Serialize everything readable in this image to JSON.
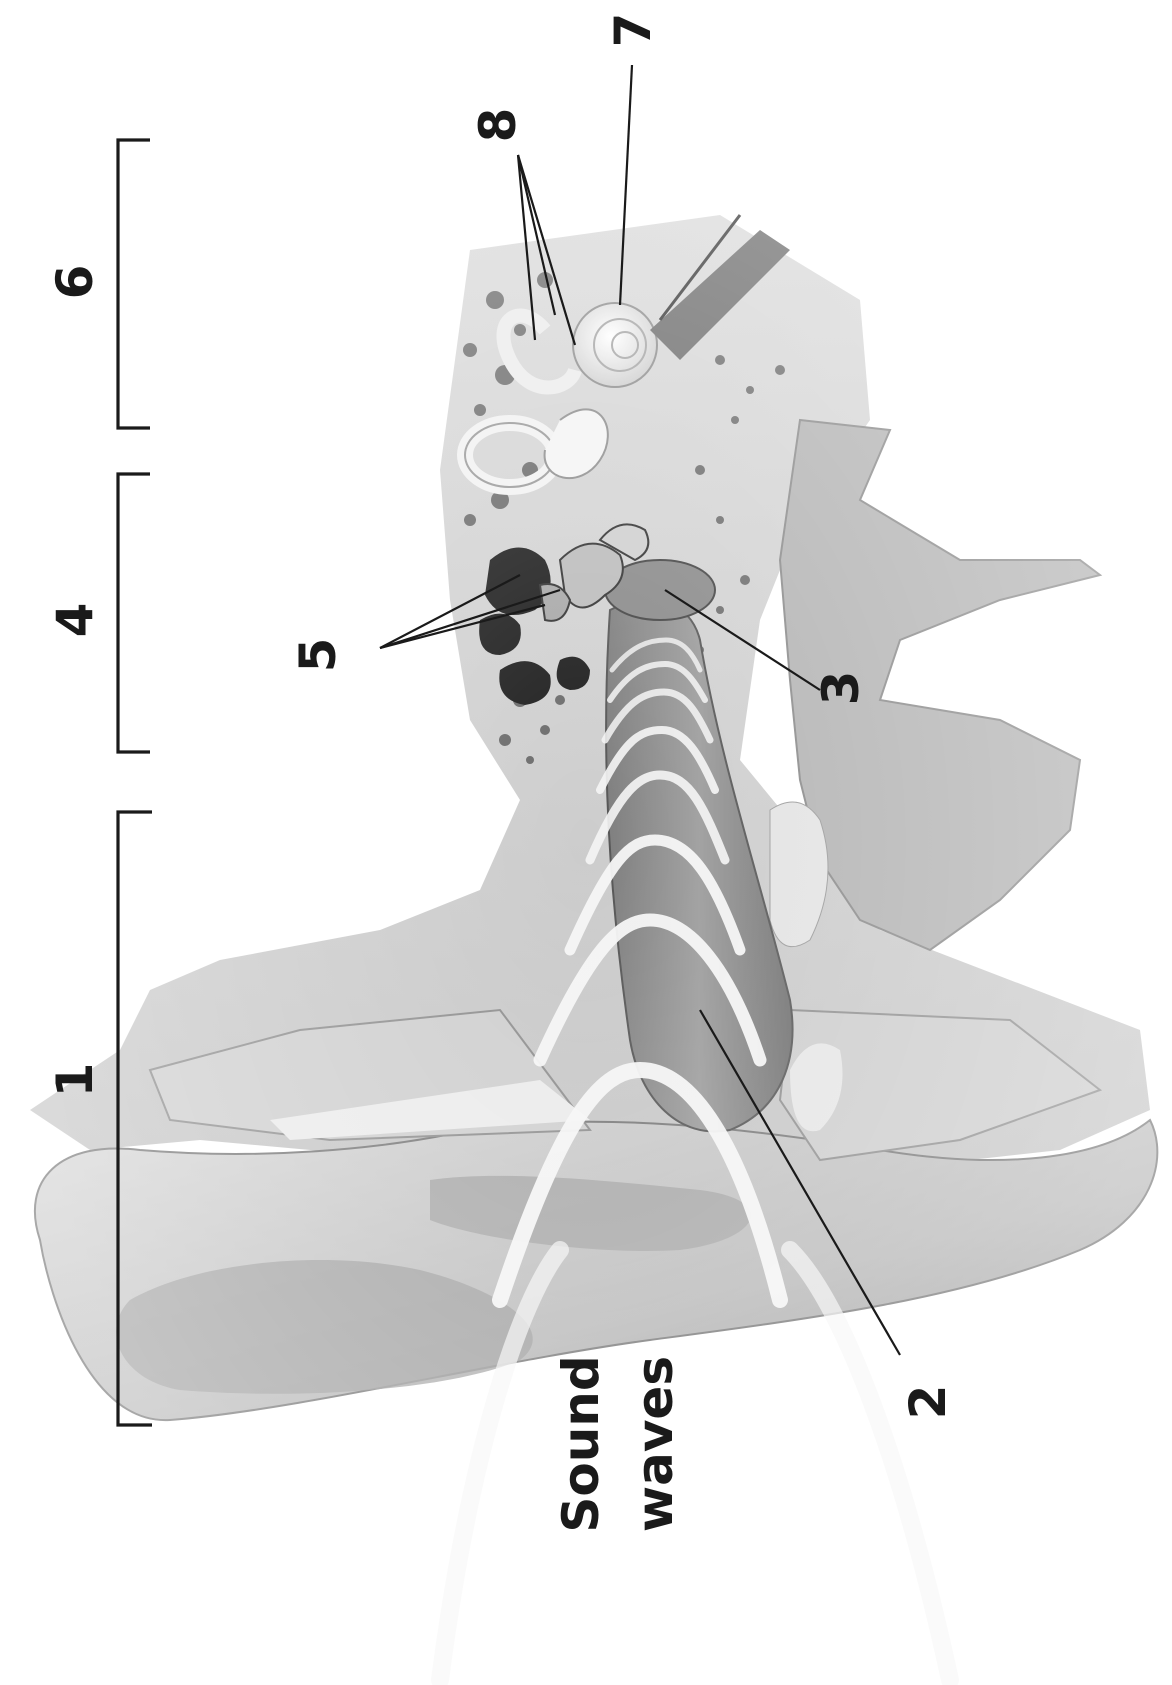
{
  "diagram": {
    "labels": {
      "outer_ear": "1",
      "ear_canal": "2",
      "eardrum": "3",
      "middle_ear": "4",
      "ossicles": "5",
      "inner_ear": "6",
      "cochlea": "7",
      "semicircular_canals": "8"
    },
    "caption_line1": "Sound",
    "caption_line2": "waves"
  }
}
